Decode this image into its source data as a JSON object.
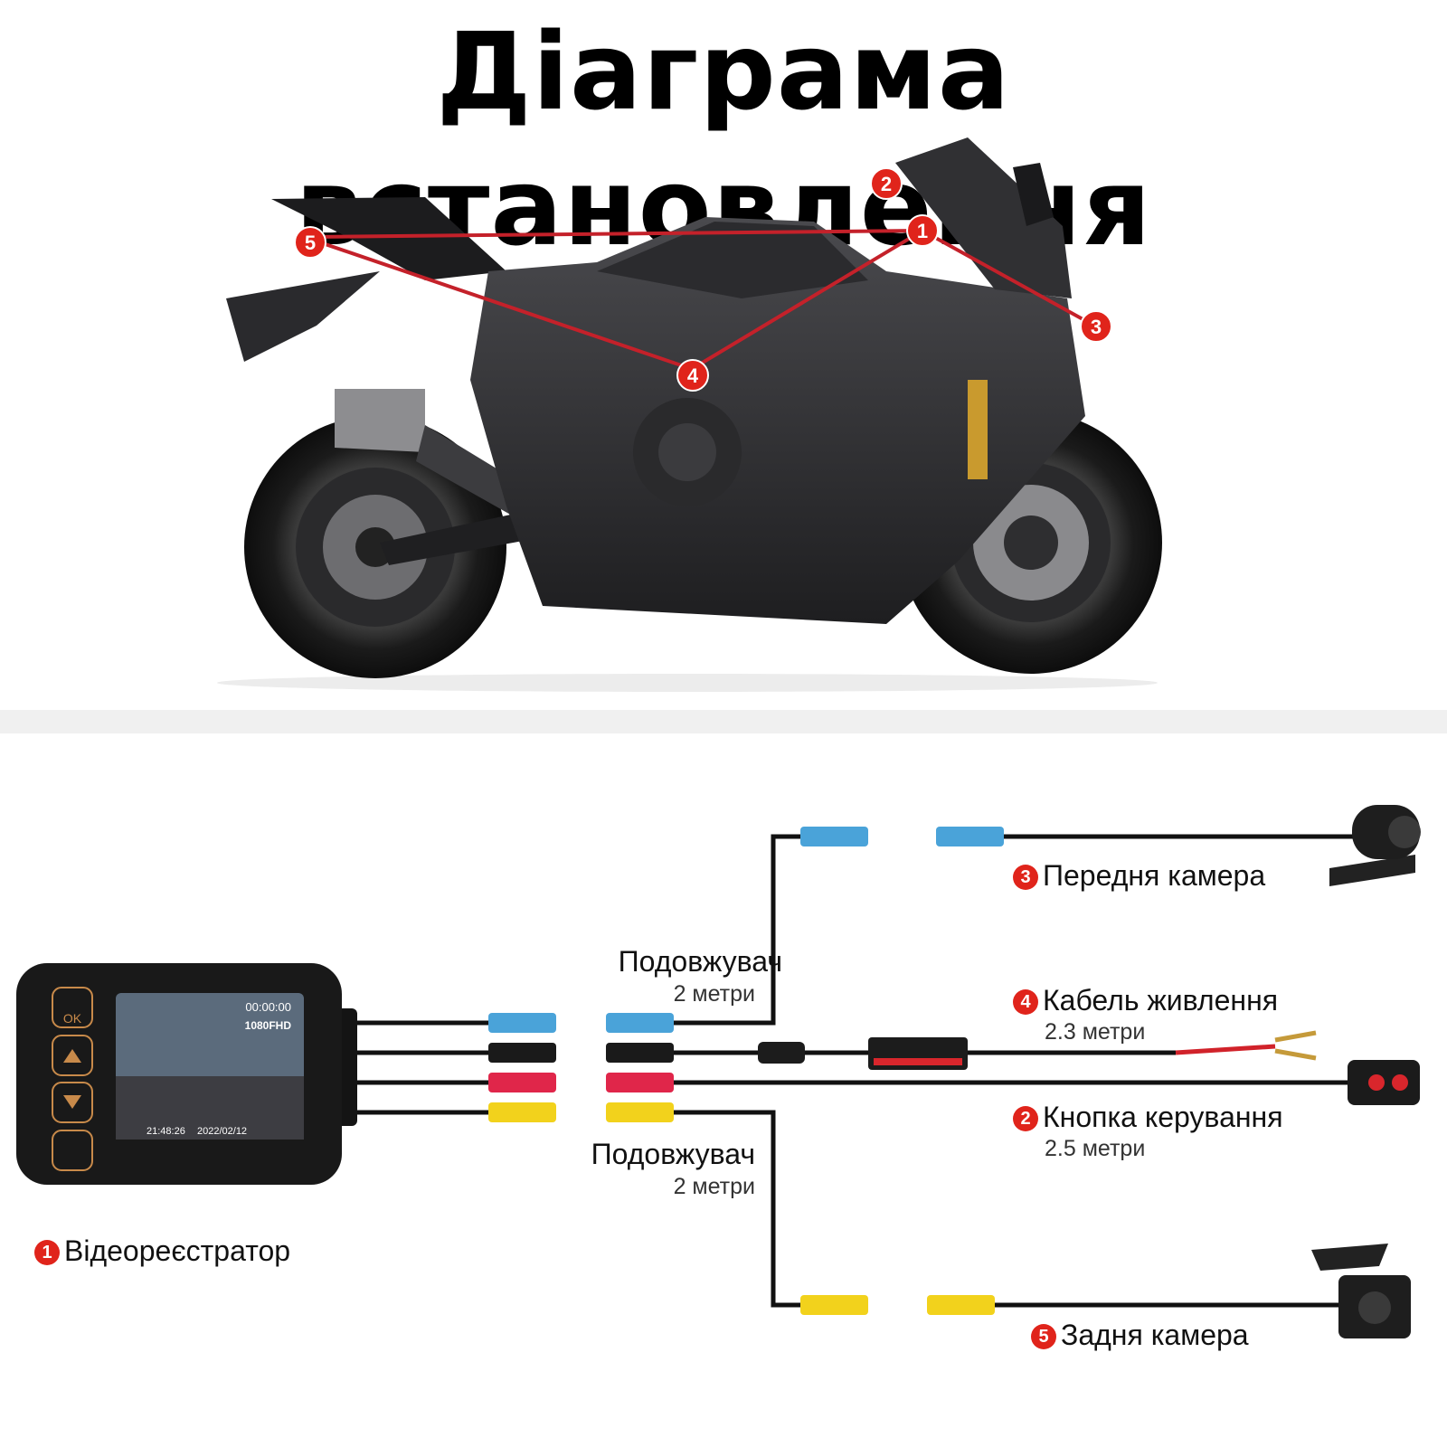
{
  "title": "Діаграма встановлення",
  "markers": [
    "1",
    "2",
    "3",
    "4",
    "5"
  ],
  "components": {
    "front_camera": {
      "num": "3",
      "label": "Передня камера"
    },
    "power_cable": {
      "num": "4",
      "label": "Кабель живлення",
      "length": "2.3 метри"
    },
    "control_button": {
      "num": "2",
      "label": "Кнопка керування",
      "length": "2.5 метри"
    },
    "rear_camera": {
      "num": "5",
      "label": "Задня камера"
    },
    "recorder": {
      "num": "1",
      "label": "Відеореєстратор"
    }
  },
  "extensions": {
    "front": {
      "label": "Подовжувач",
      "length": "2 метри"
    },
    "rear": {
      "label": "Подовжувач",
      "length": "2 метри"
    }
  },
  "recorder_screen": {
    "timer": "00:00:00",
    "resolution": "1080FHD",
    "time": "21:48:26",
    "date": "2022/02/12",
    "ok_label": "OK"
  },
  "colors": {
    "marker": "#e0241b",
    "blue": "#4aa3d9",
    "black": "#1a1a1a",
    "red": "#e0264a",
    "yellow": "#f2d21c"
  }
}
